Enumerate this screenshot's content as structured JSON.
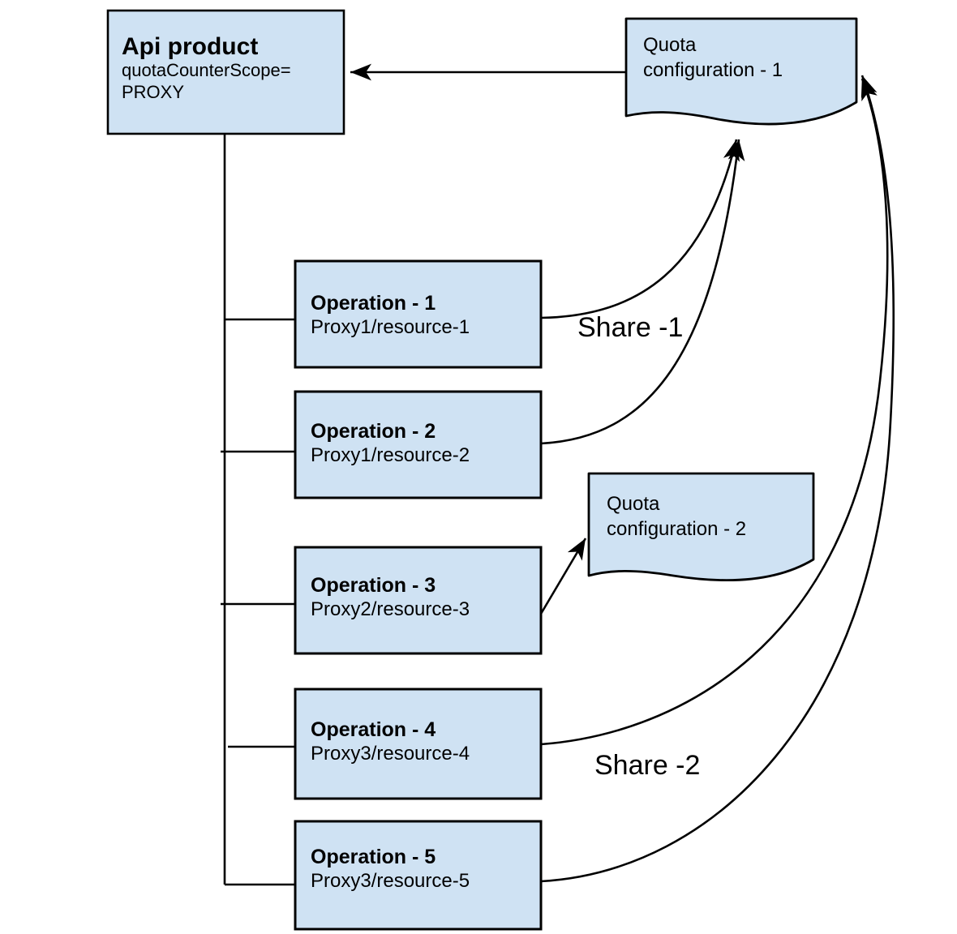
{
  "diagram": {
    "type": "flowchart",
    "colors": {
      "node_fill": "#cfe2f3",
      "node_stroke": "#000000",
      "edge_stroke": "#000000",
      "background": "#ffffff",
      "text": "#000000"
    },
    "nodes": [
      {
        "id": "api-product",
        "shape": "rectangle",
        "title": "Api product",
        "sub_lines": [
          "quotaCounterScope=",
          "PROXY"
        ]
      },
      {
        "id": "quota-configuration-1",
        "shape": "document",
        "lines": [
          "Quota",
          "configuration - 1"
        ]
      },
      {
        "id": "quota-configuration-2",
        "shape": "document",
        "lines": [
          "Quota",
          "configuration - 2"
        ]
      },
      {
        "id": "operation-1",
        "shape": "rectangle",
        "title": "Operation - 1",
        "sub": "Proxy1/resource-1"
      },
      {
        "id": "operation-2",
        "shape": "rectangle",
        "title": "Operation - 2",
        "sub": "Proxy1/resource-2"
      },
      {
        "id": "operation-3",
        "shape": "rectangle",
        "title": "Operation - 3",
        "sub": "Proxy2/resource-3"
      },
      {
        "id": "operation-4",
        "shape": "rectangle",
        "title": "Operation - 4",
        "sub": "Proxy3/resource-4"
      },
      {
        "id": "operation-5",
        "shape": "rectangle",
        "title": "Operation - 5",
        "sub": "Proxy3/resource-5"
      }
    ],
    "edge_labels": {
      "share_1": "Share -1",
      "share_2": "Share -2"
    },
    "edges": [
      {
        "from": "quota-configuration-1",
        "to": "api-product",
        "style": "straight-arrow"
      },
      {
        "from": "api-product",
        "to": "operation-1",
        "style": "tree-branch"
      },
      {
        "from": "api-product",
        "to": "operation-2",
        "style": "tree-branch"
      },
      {
        "from": "api-product",
        "to": "operation-3",
        "style": "tree-branch"
      },
      {
        "from": "api-product",
        "to": "operation-4",
        "style": "tree-branch"
      },
      {
        "from": "api-product",
        "to": "operation-5",
        "style": "tree-branch"
      },
      {
        "from": "operation-1",
        "to": "quota-configuration-1",
        "style": "curve",
        "label": "Share -1"
      },
      {
        "from": "operation-2",
        "to": "quota-configuration-1",
        "style": "curve",
        "label": "Share -1"
      },
      {
        "from": "operation-3",
        "to": "quota-configuration-2",
        "style": "straight-arrow"
      },
      {
        "from": "operation-4",
        "to": "quota-configuration-1",
        "style": "curve",
        "label": "Share -2"
      },
      {
        "from": "operation-5",
        "to": "quota-configuration-1",
        "style": "curve",
        "label": "Share -2"
      }
    ]
  }
}
